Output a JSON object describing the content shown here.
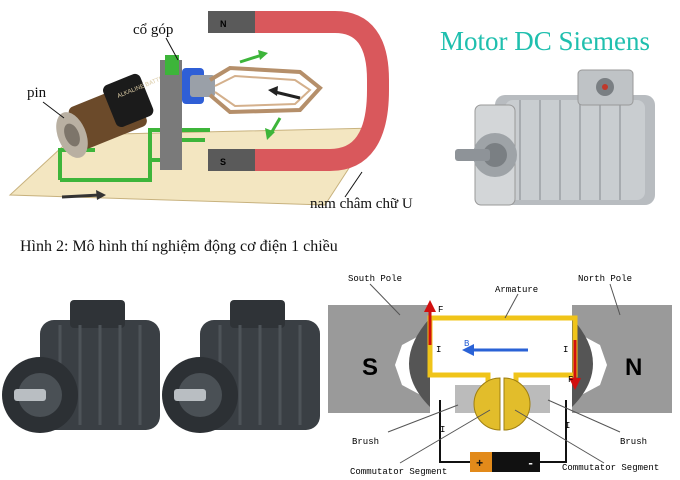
{
  "title": "Motor DC Siemens",
  "experiment": {
    "caption": "Hình 2: Mô hình thí nghiệm động cơ điện 1 chiều",
    "label_commutator": "cổ góp",
    "label_battery": "pin",
    "label_magnet": "nam châm chữ U",
    "magnet_north": "N",
    "magnet_south": "S",
    "battery_text": "ALKALINE BATTERY"
  },
  "schematic": {
    "south_pole": "South Pole",
    "north_pole": "North Pole",
    "armature": "Armature",
    "pole_s": "S",
    "pole_n": "N",
    "brush_left": "Brush",
    "brush_right": "Brush",
    "commutator_left": "Commutator Segment",
    "commutator_right": "Commutator Segment",
    "force_label": "F",
    "current_label": "I",
    "field_label": "B",
    "battery_plus": "+",
    "battery_minus": "-"
  },
  "colors": {
    "title": "#1fbfae",
    "magnet_red": "#d9585c",
    "wire_green": "#3db53a",
    "armature_yellow": "#f0c419",
    "label_red": "#c21414"
  }
}
